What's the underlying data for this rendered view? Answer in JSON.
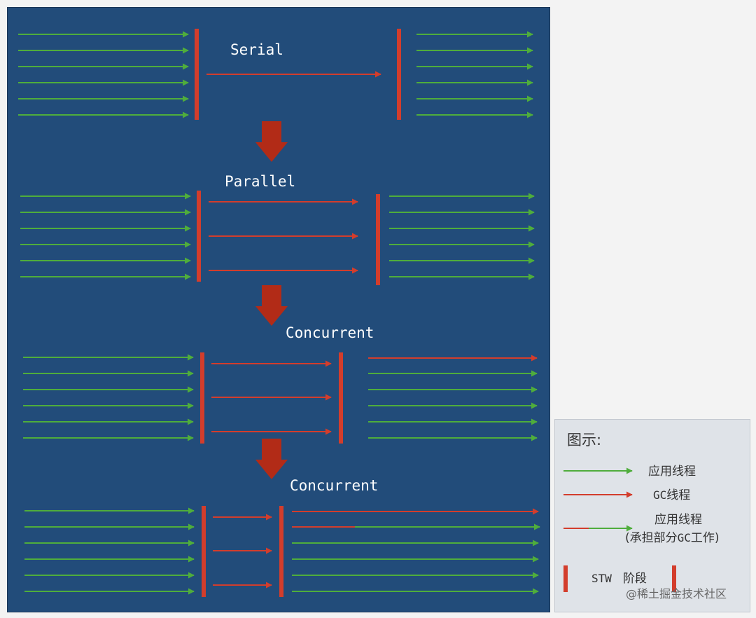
{
  "colors": {
    "background": "#224c7a",
    "app_thread": "#4fad3c",
    "gc_thread": "#d33d2c",
    "stw": "#d33d2c",
    "stage_arrow": "#b22b17",
    "legend_bg": "#dfe3e8"
  },
  "phases": [
    {
      "title": "Serial",
      "gc_threads": 1
    },
    {
      "title": "Parallel",
      "gc_threads": 3
    },
    {
      "title": "Concurrent",
      "gc_threads": 3
    },
    {
      "title": "Concurrent",
      "gc_threads": 3
    }
  ],
  "legend": {
    "title": "图示:",
    "app_thread": "应用线程",
    "gc_thread_prefix": "GC",
    "gc_thread_suffix": "线程",
    "shared_line1": "应用线程",
    "shared_line2_a": "(承担部分",
    "shared_line2_b": "GC",
    "shared_line2_c": "工作)",
    "stw_mono": "STW",
    "stw_label": "阶段"
  },
  "watermark": "@稀土掘金技术社区"
}
